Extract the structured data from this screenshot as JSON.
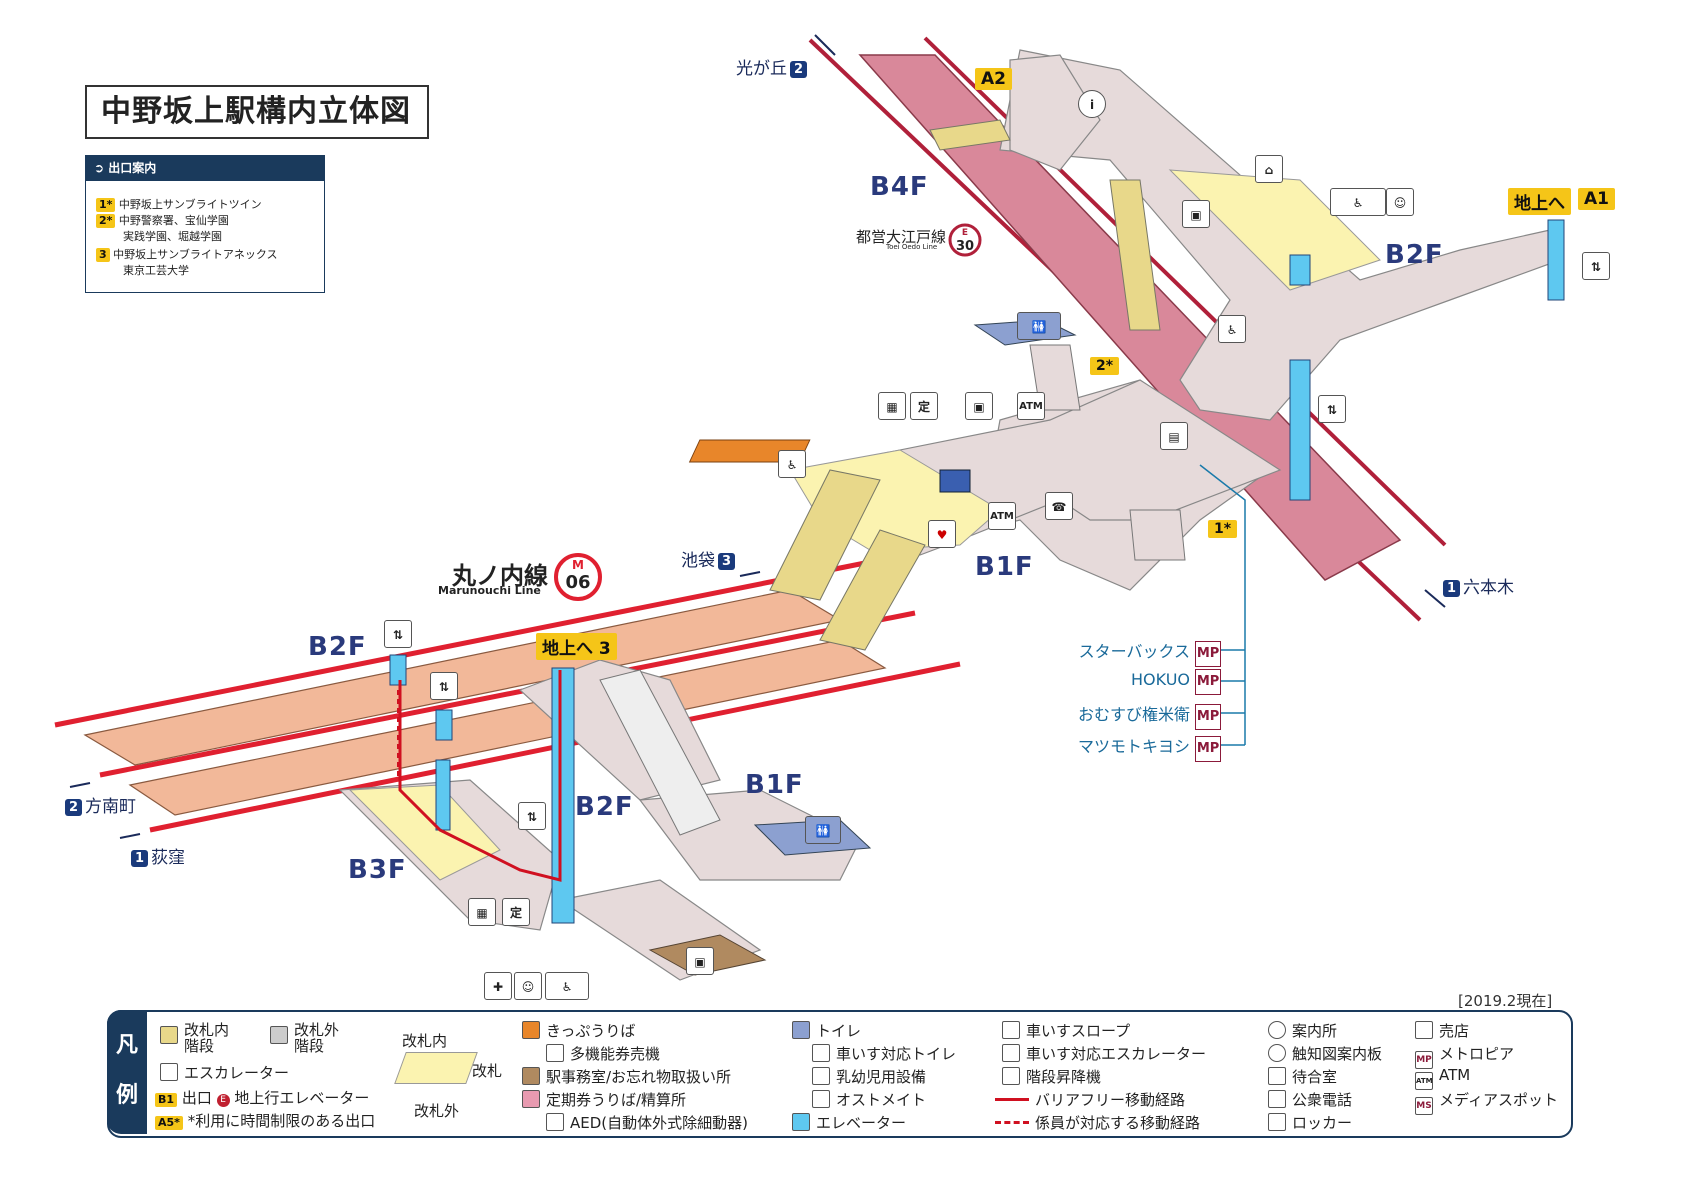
{
  "title": "中野坂上駅構内立体図",
  "exit_guide": {
    "header": "出口案内",
    "items": [
      {
        "badge": "1*",
        "text": "中野坂上サンブライトツイン"
      },
      {
        "badge": "2*",
        "text": "中野警察署、宝仙学園"
      },
      {
        "badge": "",
        "text": "実践学園、堀越学園"
      },
      {
        "badge": "3",
        "text": "中野坂上サンブライトアネックス"
      },
      {
        "badge": "",
        "text": "東京工芸大学"
      }
    ]
  },
  "lines": {
    "oedo": {
      "name": "都営大江戸線",
      "name_en": "Toei Oedo Line",
      "code_letter": "E",
      "code_num": "30"
    },
    "marunouchi": {
      "name": "丸ノ内線",
      "name_en": "Marunouchi Line",
      "code_letter": "M",
      "code_num": "06"
    }
  },
  "floors": {
    "b4f": "B4F",
    "b2f_oedo": "B2F",
    "b1f_upper": "B1F",
    "b2f_maru": "B2F",
    "b2f_center": "B2F",
    "b1f_lower": "B1F",
    "b3f": "B3F"
  },
  "directions": {
    "hikarigaoka": {
      "text": "光が丘",
      "num": "2"
    },
    "roppongi": {
      "text": "六本木",
      "num": "1"
    },
    "ikebukuro": {
      "text": "池袋",
      "num": "3"
    },
    "honancho": {
      "text": "方南町",
      "num": "2"
    },
    "ogikubo": {
      "text": "荻窪",
      "num": "1"
    }
  },
  "exits": {
    "a2": "A2",
    "a1": "A1",
    "to_ground_a1": "地上へ",
    "to_ground_3": "地上へ",
    "three": "3",
    "two_star": "2*",
    "one_star": "1*"
  },
  "shops": [
    {
      "name": "スターバックス",
      "tag": "MP"
    },
    {
      "name": "HOKUO",
      "tag": "MP"
    },
    {
      "name": "おむすび権米衛",
      "tag": "MP"
    },
    {
      "name": "マツモトキヨシ",
      "tag": "MP"
    }
  ],
  "icons": {
    "atm": "ATM",
    "teiki": "定"
  },
  "date": "[2019.2現在]",
  "legend": {
    "tab": [
      "凡",
      "例"
    ],
    "items": {
      "inner_stairs": "改札内\n階段",
      "outer_stairs": "改札外\n階段",
      "escalator": "エスカレーター",
      "exit_badge": "B1",
      "exit": "出口",
      "elev_badge": "E",
      "ground_elevator": "地上行エレベーター",
      "time_badge": "A5*",
      "time_limited": "*利用に時間制限のある出口",
      "gate_inside": "改札内",
      "gate": "改札",
      "gate_outside": "改札外",
      "ticket": "きっぷうりば",
      "multi_ticket": "多機能券売機",
      "office": "駅事務室/お忘れ物取扱い所",
      "teiki": "定期券うりば/精算所",
      "aed": "AED(自動体外式除細動器)",
      "toilet": "トイレ",
      "wc_toilet": "車いす対応トイレ",
      "baby": "乳幼児用設備",
      "ostomate": "オストメイト",
      "elevator": "エレベーター",
      "slope": "車いすスロープ",
      "wc_escalator": "車いす対応エスカレーター",
      "stair_lift": "階段昇降機",
      "barrier_free": "バリアフリー移動経路",
      "staff_route": "係員が対応する移動経路",
      "info": "案内所",
      "tactile": "触知図案内板",
      "waiting": "待合室",
      "phone": "公衆電話",
      "locker": "ロッカー",
      "shop": "売店",
      "metropia_tag": "MP",
      "metropia": "メトロピア",
      "atm_tag": "ATM",
      "atm": "ATM",
      "media_tag": "MS",
      "media": "メディアスポット"
    }
  },
  "colors": {
    "oedo_platform": "#d9889a",
    "maru_platform": "#f2b899",
    "concourse": "#e6dada",
    "paid_area": "#fbf3b0",
    "rail_red": "#e02030",
    "elevator_blue": "#5ec8f0",
    "navy": "#1a3a5c"
  }
}
